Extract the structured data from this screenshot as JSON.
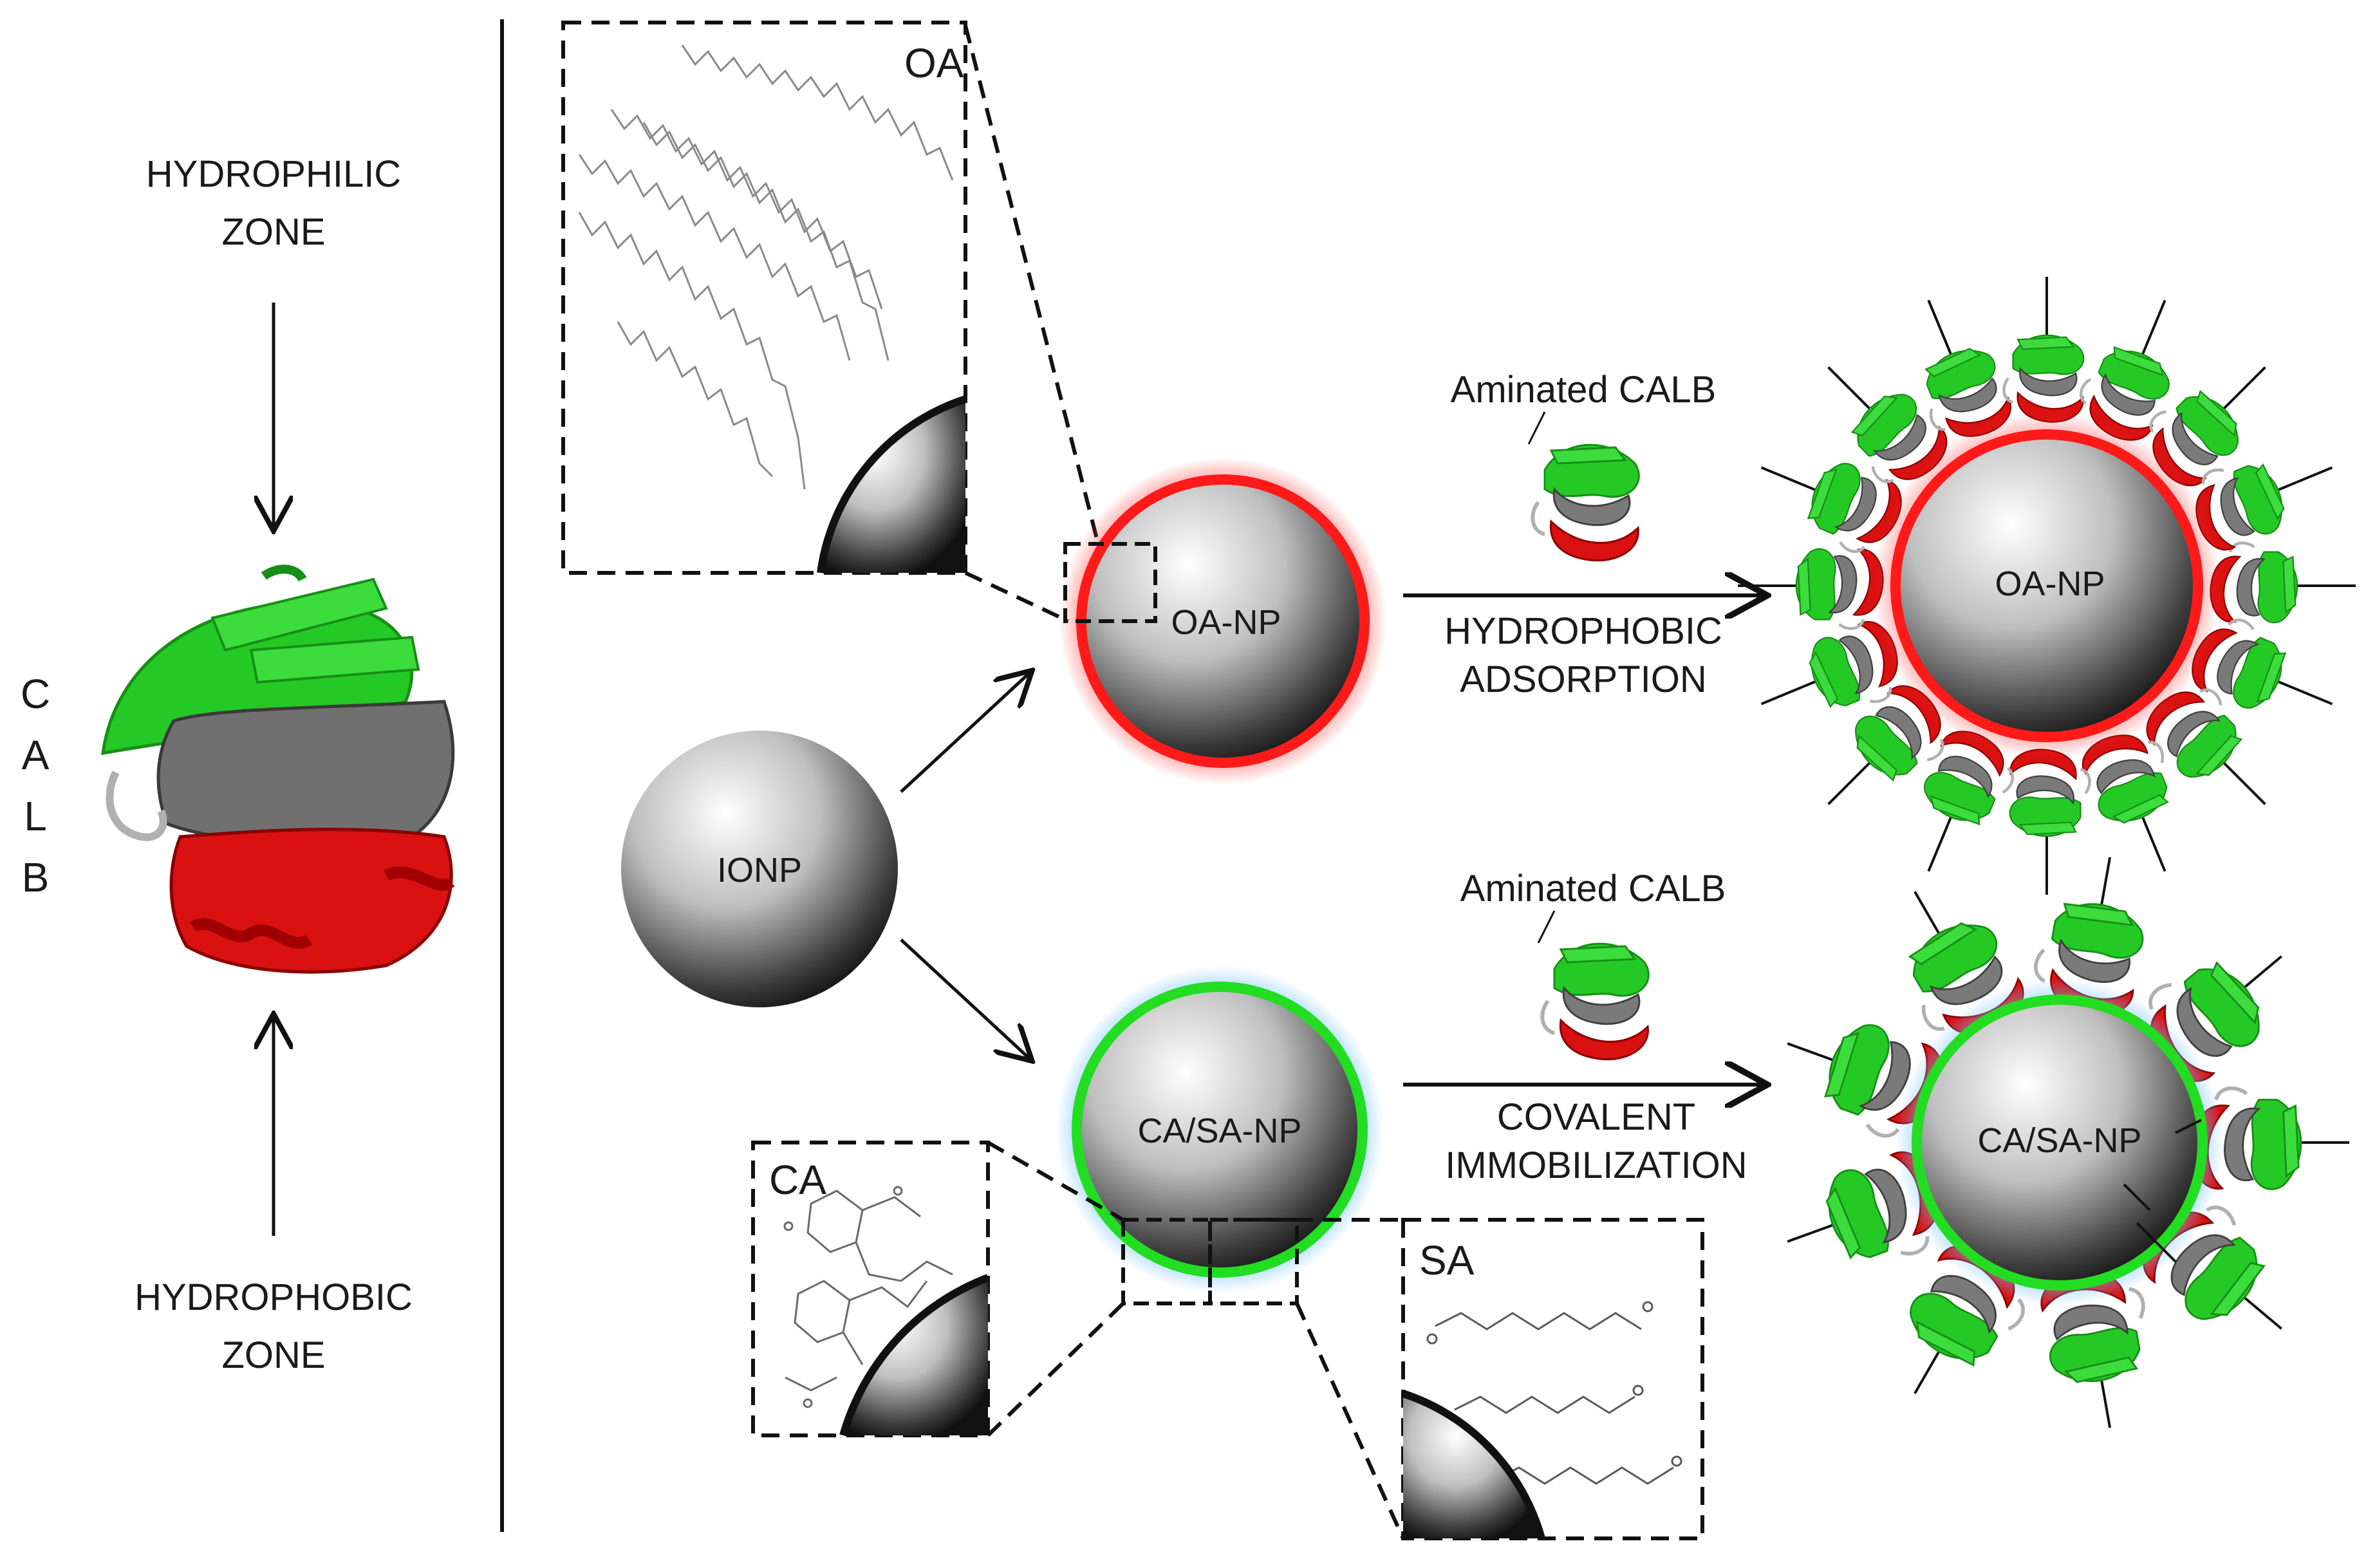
{
  "left_panel": {
    "hydrophilic_line1": "HYDROPHILIC",
    "hydrophilic_line2": "ZONE",
    "hydrophobic_line1": "HYDROPHOBIC",
    "hydrophobic_line2": "ZONE",
    "calb_letters": [
      "C",
      "A",
      "L",
      "B"
    ]
  },
  "particles": {
    "ionp": "IONP",
    "oa_np": "OA-NP",
    "ca_sa_np": "CA/SA-NP",
    "oa_np_final": "OA-NP",
    "ca_sa_np_final": "CA/SA-NP"
  },
  "insets": {
    "oa": "OA",
    "ca": "CA",
    "sa": "SA"
  },
  "reactions": {
    "top_reagent": "Aminated  CALB",
    "top_line1": "HYDROPHOBIC",
    "top_line2": "ADSORPTION",
    "bottom_reagent": "Aminated  CALB",
    "bottom_line1": "COVALENT",
    "bottom_line2": "IMMOBILIZATION"
  },
  "colors": {
    "hydrophilic_green": "#22cc22",
    "hydrophobic_red": "#dd1111",
    "neutral_gray": "#707070",
    "oa_coating": "#ff1a1a",
    "ca_sa_coating": "#22dd22",
    "ca_sa_glow": "#80c8ff"
  }
}
